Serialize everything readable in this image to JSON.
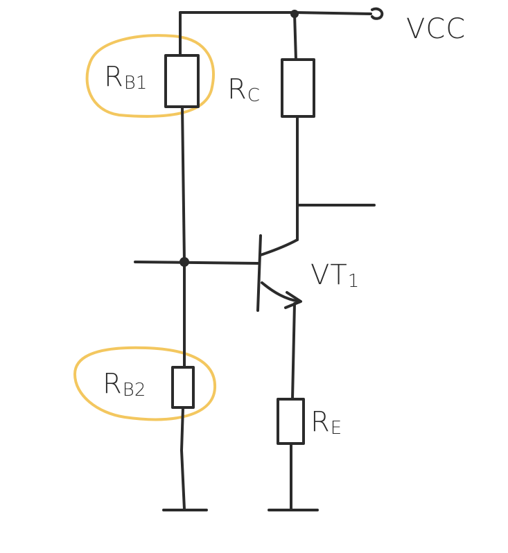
{
  "colors": {
    "wire": "#2b2b2b",
    "highlight": "#f2c14e",
    "background": "#ffffff"
  },
  "labels": {
    "vcc": "VCC",
    "rb1": {
      "main": "R",
      "sub": "B1"
    },
    "rb2": {
      "main": "R",
      "sub": "B2"
    },
    "rc": {
      "main": "R",
      "sub": "C"
    },
    "re": {
      "main": "R",
      "sub": "E"
    },
    "vt1": {
      "main": "VT",
      "sub": "1"
    }
  },
  "highlighted_components": [
    "rb1",
    "rb2"
  ]
}
